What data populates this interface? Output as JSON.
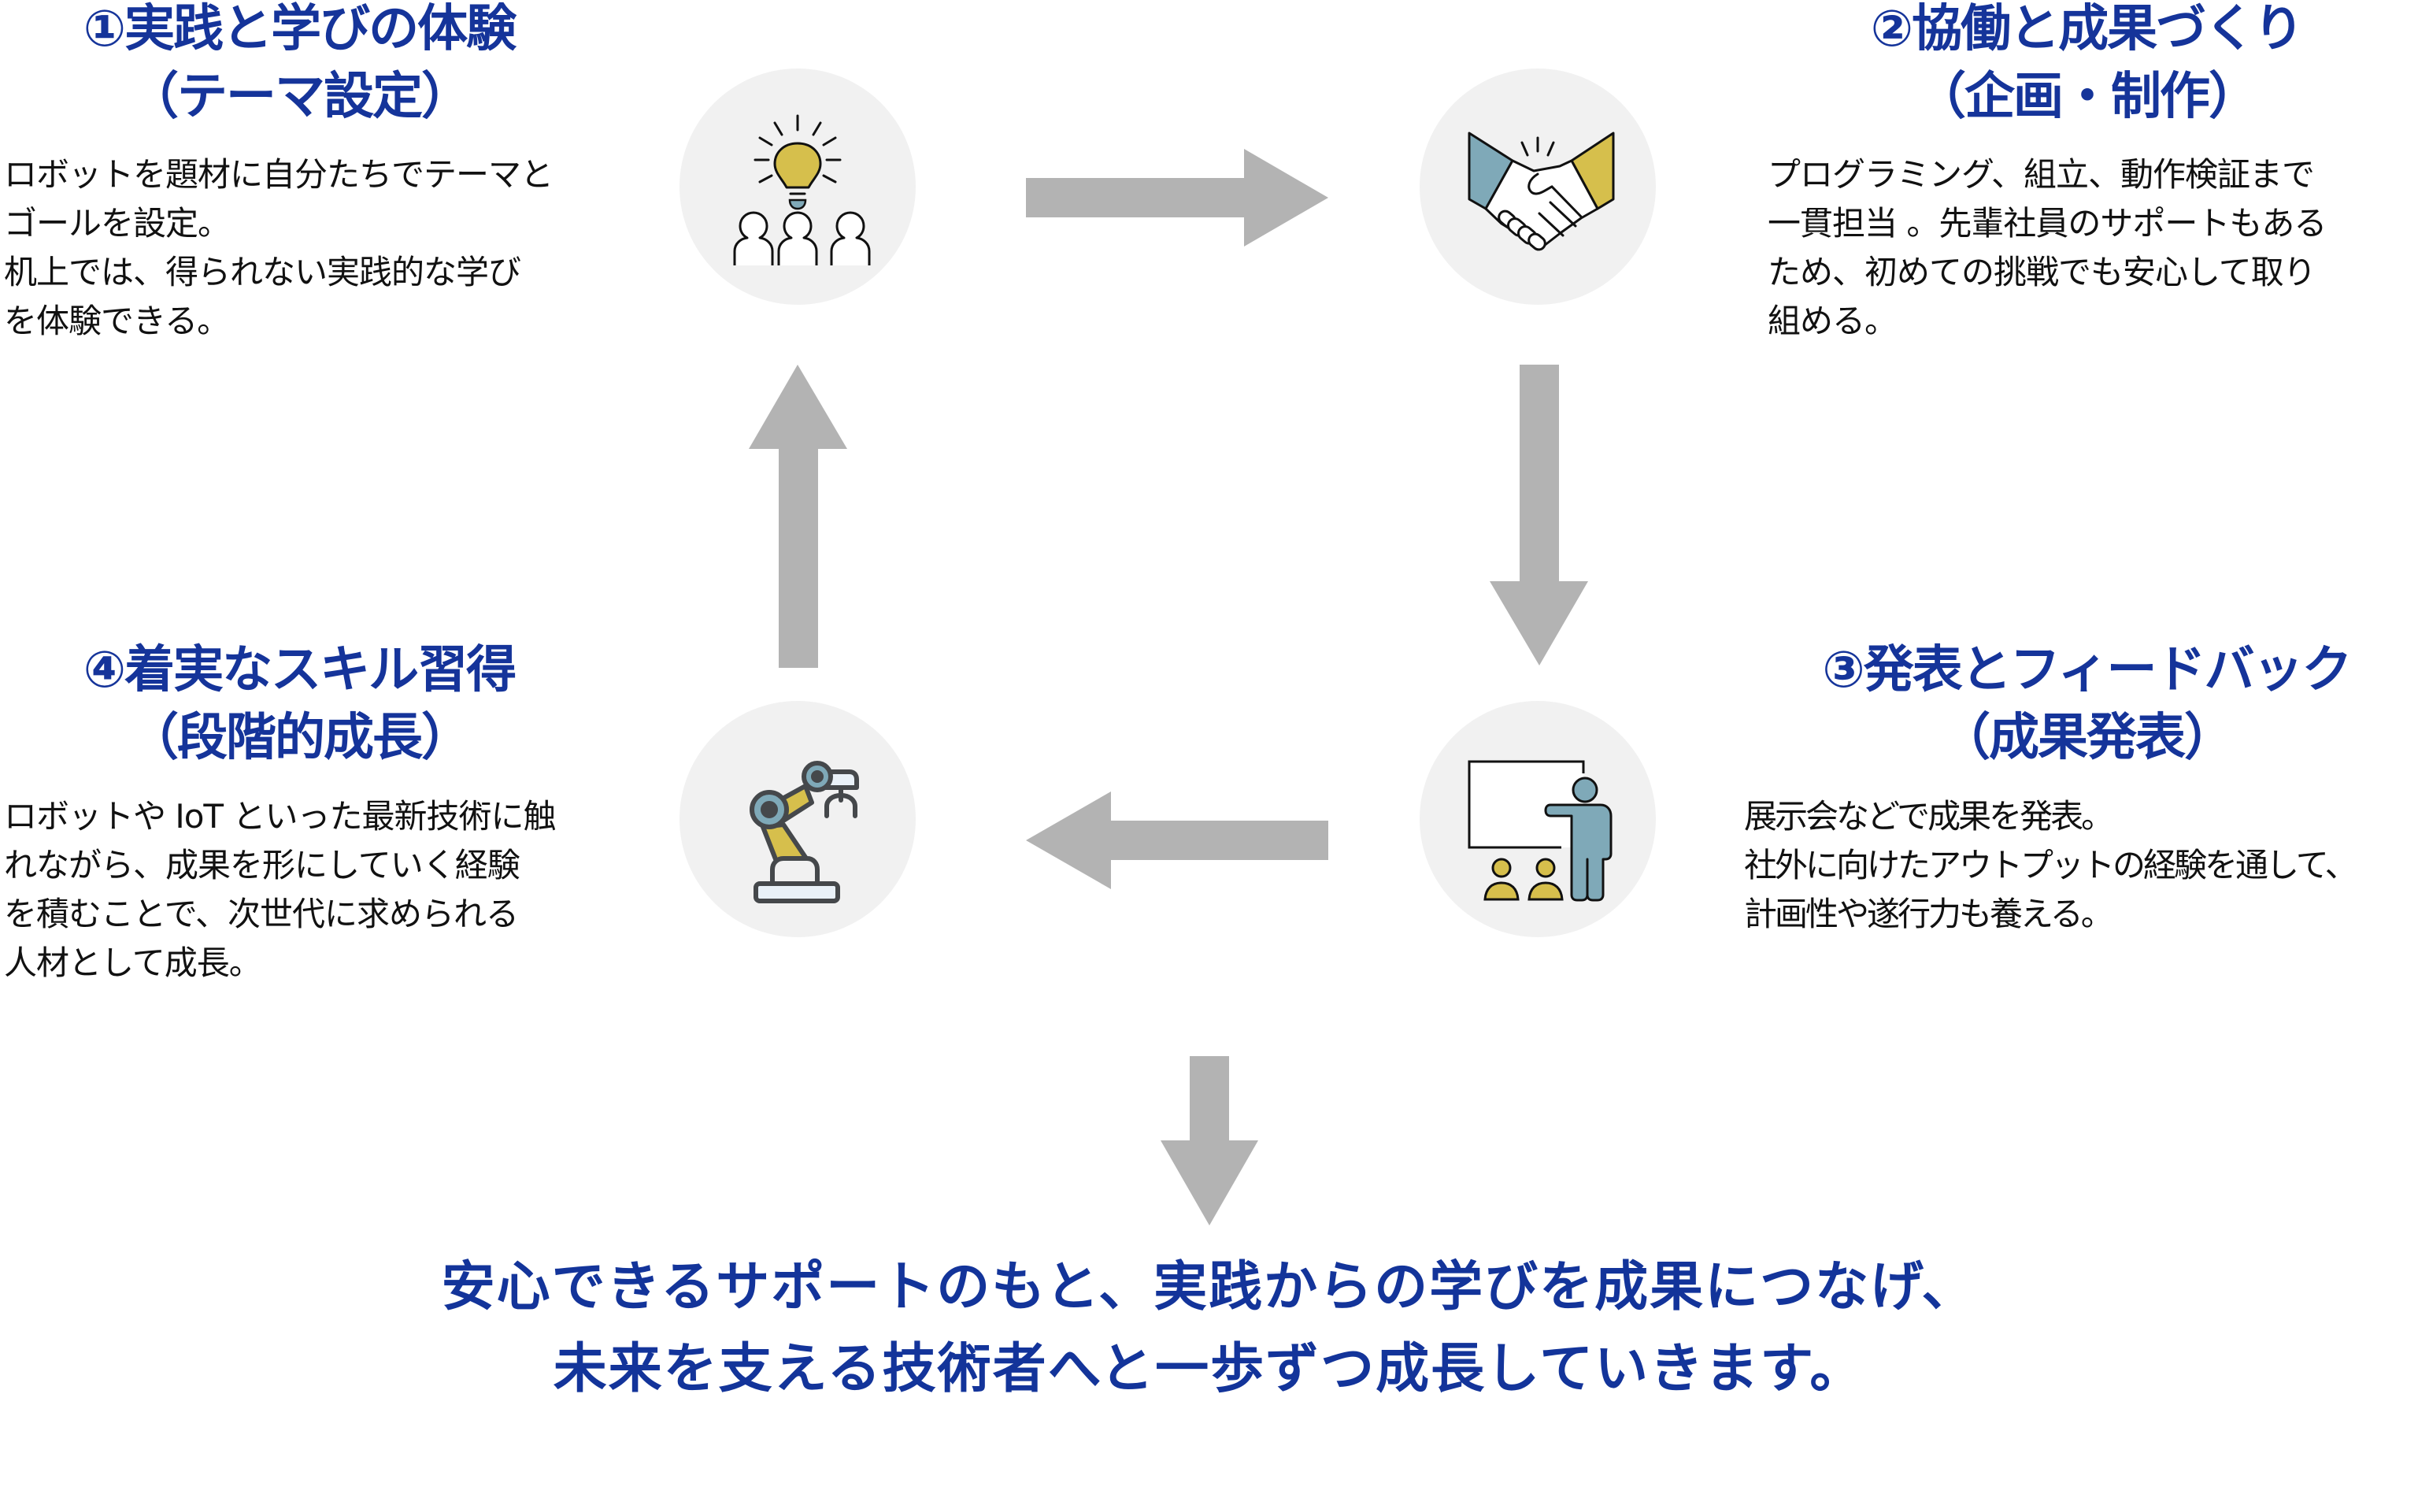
{
  "steps": [
    {
      "number": "①",
      "title_line1": "①実践と学びの体験",
      "title_line2": "（テーマ設定）",
      "body": [
        "ロボットを題材に自分たちでテーマと",
        "ゴールを設定。",
        "机上では、得られない実践的な学び",
        "を体験できる。"
      ],
      "icon": "lightbulb-team-icon"
    },
    {
      "number": "②",
      "title_line1": "②協働と成果づくり",
      "title_line2": "（企画・制作）",
      "body": [
        "プログラミング、組立、動作検証まで",
        "一貫担当 。先輩社員のサポートもある",
        "ため、初めての挑戦でも安心して取り",
        "組める。"
      ],
      "icon": "handshake-icon"
    },
    {
      "number": "③",
      "title_line1": "③発表とフィードバック",
      "title_line2": "（成果発表）",
      "body": [
        "展示会などで成果を発表。",
        "社外に向けたアウトプットの経験を通して、",
        "計画性や遂行力も養える。"
      ],
      "icon": "presentation-icon"
    },
    {
      "number": "④",
      "title_line1": "④着実なスキル習得",
      "title_line2": "（段階的成長）",
      "body": [
        "ロボットや IoT といった最新技術に触",
        "れながら、成果を形にしていく経験",
        "を積むことで、次世代に求められる",
        "人材として成長。"
      ],
      "icon": "robot-arm-icon"
    }
  ],
  "flow": [
    "step1-to-step2",
    "step2-to-step3",
    "step3-to-step4",
    "step4-to-step1",
    "cycle-to-conclusion"
  ],
  "conclusion": {
    "line1": "安心できるサポートのもと、実践からの学びを成果につなげ、",
    "line2": "未来を支える技術者へと一歩ずつ成長していきます。"
  },
  "colors": {
    "heading": "#15349a",
    "arrow": "#b3b3b3",
    "icon_circle": "#f1f1f1",
    "icon_gold": "#d6bf4c",
    "icon_teal": "#7fa9b8",
    "body_text": "#111111"
  }
}
